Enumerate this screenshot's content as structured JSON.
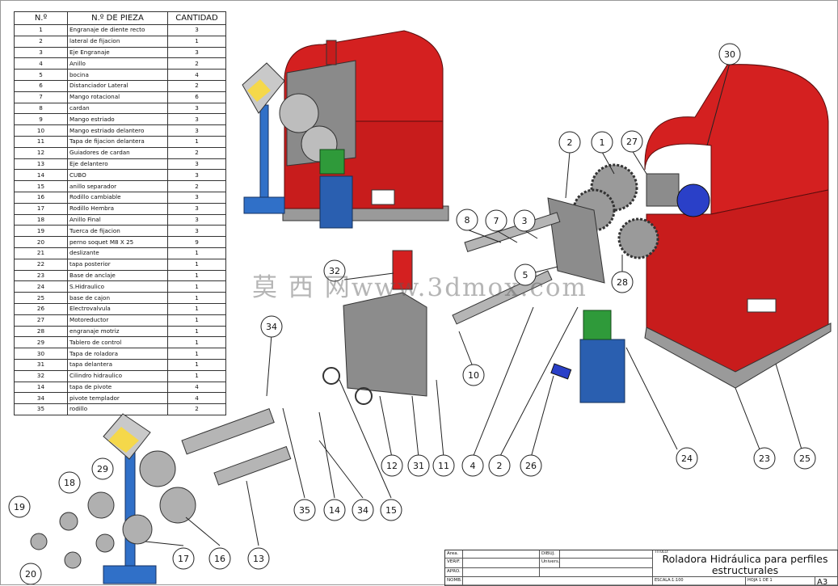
{
  "parts_table": {
    "headers": [
      "N.º",
      "N.º DE PIEZA",
      "CANTIDAD"
    ],
    "rows": [
      [
        "1",
        "Engranaje de  diente recto",
        "3"
      ],
      [
        "2",
        "lateral de fijacion",
        "1"
      ],
      [
        "3",
        "Eje Engranaje",
        "3"
      ],
      [
        "4",
        "Anillo",
        "2"
      ],
      [
        "5",
        "bocina",
        "4"
      ],
      [
        "6",
        "Distanciador Lateral",
        "2"
      ],
      [
        "7",
        "Mango rotacional",
        "6"
      ],
      [
        "8",
        "cardan",
        "3"
      ],
      [
        "9",
        "Mango estriado",
        "3"
      ],
      [
        "10",
        "Mango estriado delantero",
        "3"
      ],
      [
        "11",
        "Tapa de fijacion delantera",
        "1"
      ],
      [
        "12",
        "Guiadores de cardan",
        "2"
      ],
      [
        "13",
        "Eje delantero",
        "3"
      ],
      [
        "14",
        "CUBO",
        "3"
      ],
      [
        "15",
        "anillo separador",
        "2"
      ],
      [
        "16",
        "Rodillo cambiable",
        "3"
      ],
      [
        "17",
        "Rodillo Hembra",
        "3"
      ],
      [
        "18",
        "Anillo Final",
        "3"
      ],
      [
        "19",
        "Tuerca de fijacion",
        "3"
      ],
      [
        "20",
        "perno soquet M8 X 25",
        "9"
      ],
      [
        "21",
        "deslizante",
        "1"
      ],
      [
        "22",
        "tapa posterior",
        "1"
      ],
      [
        "23",
        "Base de anclaje",
        "1"
      ],
      [
        "24",
        "S.Hidraulico",
        "1"
      ],
      [
        "25",
        "base de cajon",
        "1"
      ],
      [
        "26",
        "Electrovalvula",
        "1"
      ],
      [
        "27",
        "Motoreductor",
        "1"
      ],
      [
        "28",
        "engranaje motriz",
        "1"
      ],
      [
        "29",
        "Tablero de control",
        "1"
      ],
      [
        "30",
        "Tapa de roladora",
        "1"
      ],
      [
        "31",
        "tapa delantera",
        "1"
      ],
      [
        "32",
        "Cilindro hidraulico",
        "1"
      ],
      [
        "14",
        "tapa de pivote",
        "4"
      ],
      [
        "34",
        "pivote templador",
        "4"
      ],
      [
        "35",
        "rodillo",
        "2"
      ]
    ]
  },
  "balloons": [
    "30",
    "2",
    "1",
    "27",
    "8",
    "7",
    "3",
    "5",
    "28",
    "32",
    "34",
    "10",
    "12",
    "31",
    "11",
    "4",
    "2",
    "26",
    "24",
    "23",
    "25",
    "29",
    "18",
    "19",
    "20",
    "17",
    "16",
    "13",
    "35",
    "14",
    "34",
    "15"
  ],
  "watermark": "莫 西 网www.3dmox.com",
  "title_block": {
    "title_label": "TITULO:",
    "title": "Roladora Hidráulica  para perfiles estructurales",
    "area_label": "Area.",
    "verif_label": "VERIF.",
    "aprob_label": "APRO.",
    "nombre_label": "NOMB.",
    "dibuj_label": "DIBUJ.",
    "univers_label": "Univers.",
    "escala": "ESCALA:1:100",
    "hoja": "HOJA 1 DE 1",
    "size": "A3"
  },
  "colors": {
    "machine_red": "#d42020",
    "hydraulic_blue": "#2a5fb0",
    "pump_green": "#2f9a3a",
    "stand_blue": "#3070c8",
    "plate_gray": "#8c8c8c"
  }
}
